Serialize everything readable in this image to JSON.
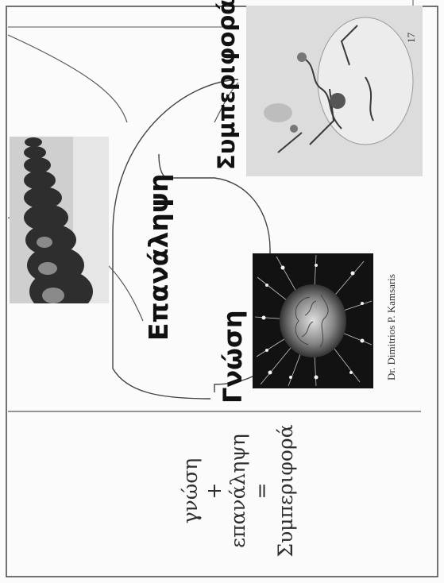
{
  "slide": {
    "formula": {
      "line1": "γνώση",
      "line2": "+",
      "line3": "επανάληψη",
      "line4": "=",
      "line5": "Συμπεριφορά"
    },
    "diagram": {
      "knowledge": "Γνώση",
      "repetition": "Επανάληψη",
      "behavior": "Συμπεριφορά"
    },
    "footer": {
      "author": "Dr. Dimitrios P. Kamsaris",
      "page_number": "17"
    },
    "images": [
      {
        "name": "brain-network-image"
      },
      {
        "name": "dominoes-image"
      },
      {
        "name": "toddler-drawing-image"
      }
    ]
  }
}
